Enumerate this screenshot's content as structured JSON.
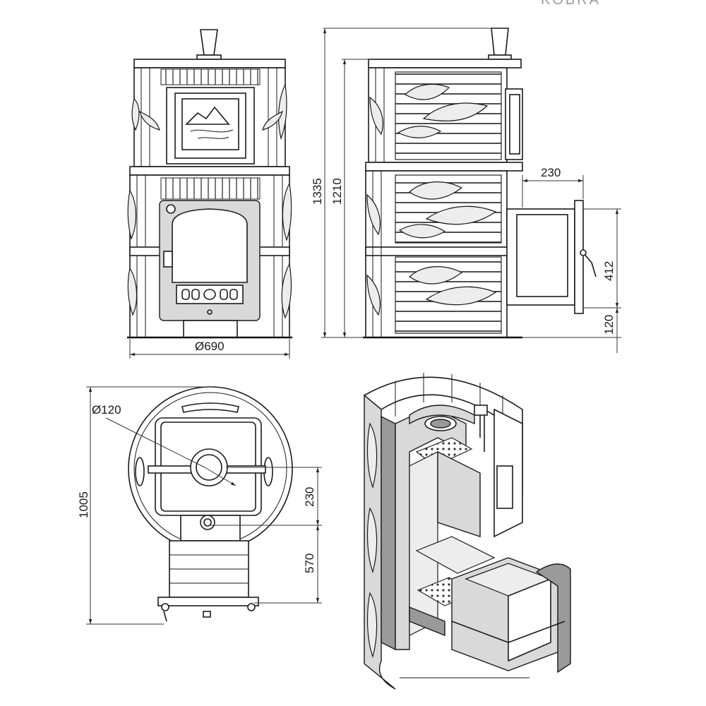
{
  "brand": "KOBRA",
  "dimensions": {
    "diameter": "Ø690",
    "height_total": "1335",
    "height_body": "1210",
    "tunnel_length": "230",
    "tunnel_height": "412",
    "tunnel_offset": "120",
    "flue_diameter": "Ø120",
    "depth_total": "1005",
    "flue_offset": "230",
    "tunnel_depth": "570"
  }
}
